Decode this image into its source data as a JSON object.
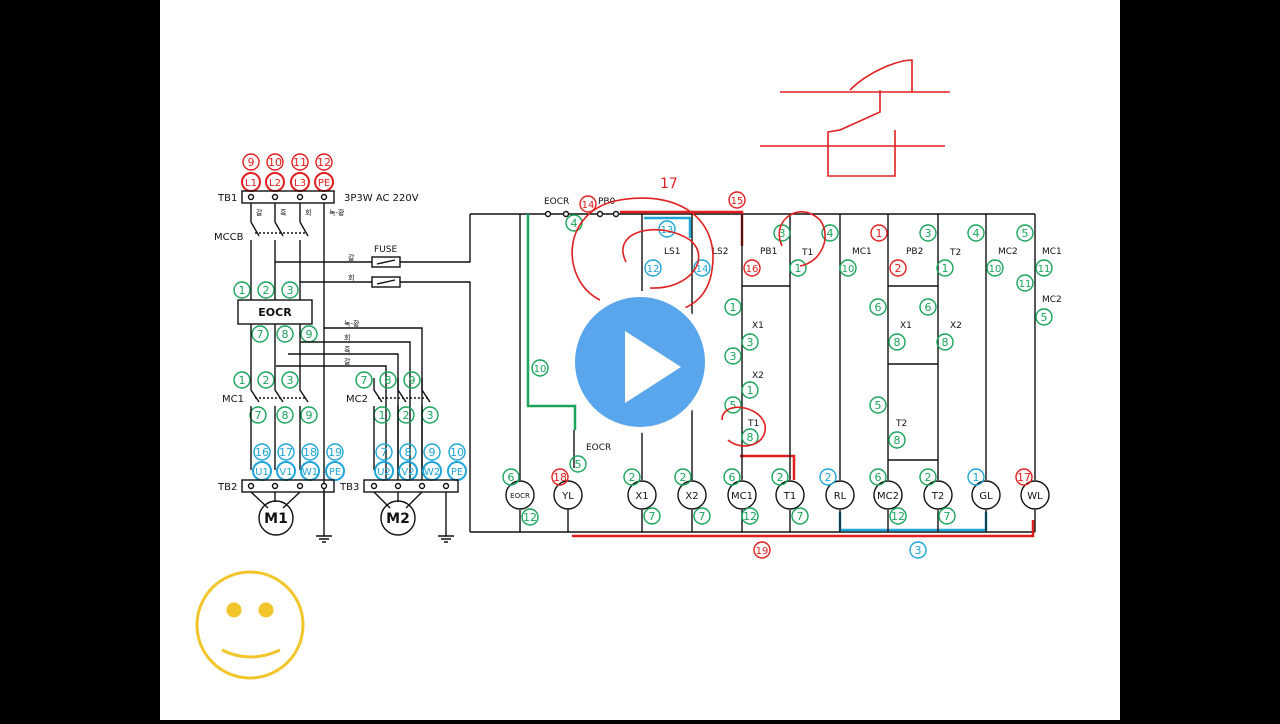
{
  "colors": {
    "black": "#111111",
    "red": "#e02020",
    "green": "#1aa55a",
    "blue": "#1fa6d6",
    "yellow": "#f2c52b"
  },
  "power": {
    "terminals_top": [
      "L1",
      "L2",
      "L3",
      "PE"
    ],
    "terminals_top_nums": [
      "9",
      "10",
      "11",
      "12"
    ],
    "tb1": "TB1",
    "supply": "3P3W AC 220V",
    "phase_colors": [
      "갈",
      "흑",
      "회",
      "녹-황"
    ],
    "mccb": "MCCB",
    "fuse": "FUSE",
    "fuse_wire1": "갈",
    "fuse_wire2": "회",
    "eocr_in": [
      "1",
      "2",
      "3"
    ],
    "eocr": "EOCR",
    "eocr_out": [
      "7",
      "8",
      "9"
    ],
    "bus_labels": [
      "녹-황",
      "회",
      "흑",
      "갈"
    ],
    "mc1": "MC1",
    "mc1_in": [
      "1",
      "2",
      "3"
    ],
    "mc1_out": [
      "7",
      "8",
      "9"
    ],
    "mc2": "MC2",
    "mc2_in": [
      "7",
      "8",
      "9"
    ],
    "mc2_out": [
      "1",
      "2",
      "3"
    ],
    "tb2": "TB2",
    "tb3": "TB3",
    "tb2_terms": [
      "U1",
      "V1",
      "W1",
      "PE"
    ],
    "tb2_nums": [
      "16",
      "17",
      "18",
      "19"
    ],
    "tb3_terms": [
      "U2",
      "V2",
      "W2",
      "PE"
    ],
    "tb3_nums": [
      "7",
      "8",
      "9",
      "10"
    ],
    "motor1": "M1",
    "motor2": "M2"
  },
  "control": {
    "eocr_top": "EOCR",
    "pb0": "PB0",
    "ls1": "LS1",
    "ls2": "LS2",
    "pb1": "PB1",
    "t1": "T1",
    "mc1": "MC1",
    "pb2": "PB2",
    "t2": "T2",
    "mc2": "MC2",
    "mc1b": "MC1",
    "mc2b": "MC2",
    "x1": "X1",
    "x2": "X2",
    "x1b": "X1",
    "x2b": "X2",
    "t1b": "T1",
    "t2b": "T2",
    "eocr_mid": "EOCR",
    "loads": [
      "EOCR",
      "YL",
      "X1",
      "X2",
      "MC1",
      "T1",
      "RL",
      "MC2",
      "T2",
      "GL",
      "WL"
    ],
    "load_top_nums": [
      "6",
      "18",
      "2",
      "2",
      "6",
      "2",
      "2",
      "6",
      "2",
      "1",
      "17"
    ],
    "load_bot_nums": [
      "12",
      "",
      "7",
      "7",
      "12",
      "7",
      "",
      "12",
      "7",
      "",
      ""
    ],
    "nums": {
      "n4": "4",
      "n14": "14",
      "n15": "15",
      "n12": "12",
      "n13": "13",
      "n14b": "14",
      "n16": "16",
      "n3a": "3",
      "n1a": "1",
      "n4b": "4",
      "n10a": "10",
      "n1b": "1",
      "n2b": "2",
      "n3b": "3",
      "n1c": "1",
      "n4c": "4",
      "n10b": "10",
      "n5a": "5",
      "n11a": "11",
      "n11b": "11",
      "n5b": "5",
      "n1d": "1",
      "n3c": "3",
      "n3d": "3",
      "n1e": "1",
      "n5c": "5",
      "n8c": "8",
      "n6a": "6",
      "n8a": "8",
      "n6b": "6",
      "n8b": "8",
      "n5d": "5",
      "n8d": "8",
      "n10c": "10",
      "n5e": "5",
      "n19": "19",
      "n3f": "3"
    }
  },
  "annotations": {
    "scribble_17": "17"
  }
}
